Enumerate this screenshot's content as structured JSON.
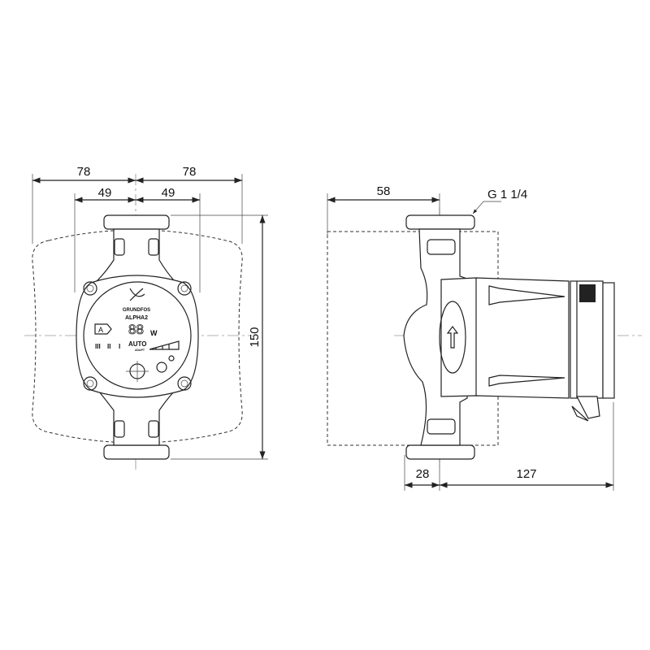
{
  "front_view": {
    "dims": {
      "overall_left": "78",
      "overall_right": "78",
      "flange_left": "49",
      "flange_right": "49",
      "height": "150"
    },
    "panel": {
      "brand": "GRUNDFOS",
      "model": "ALPHA2",
      "class_badge": "A",
      "power_display": "88",
      "power_unit": "W",
      "mode_auto": "AUTO",
      "mode_auto_sub": "ADAPT",
      "curve_labels": [
        "III",
        "II",
        "I"
      ]
    }
  },
  "side_view": {
    "dims": {
      "width_top": "58",
      "inlet_offset": "28",
      "motor_length": "127"
    },
    "thread_label": "G 1 1/4"
  },
  "colors": {
    "line": "#222222",
    "background": "#ffffff"
  }
}
